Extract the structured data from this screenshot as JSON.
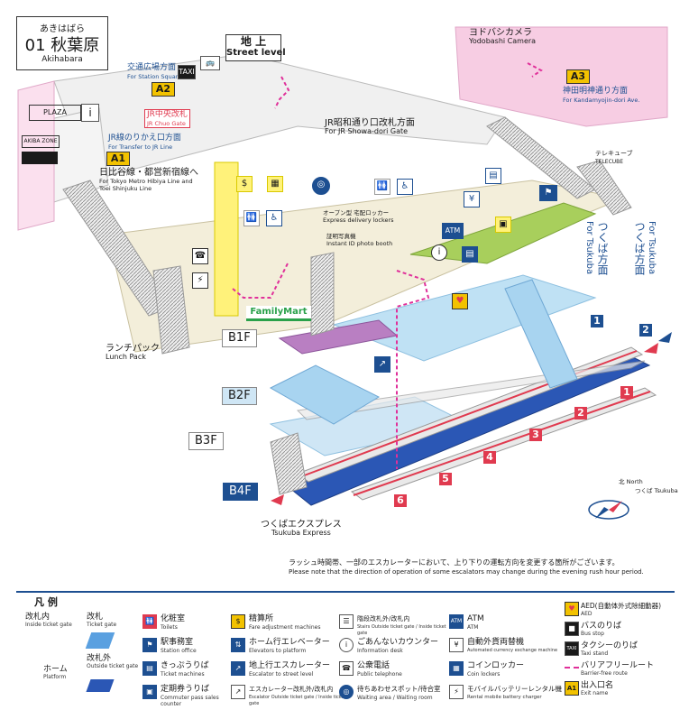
{
  "station": {
    "kana": "あきはばら",
    "name": "01 秋葉原",
    "romaji": "Akihabara"
  },
  "floors": {
    "ground_jp": "地 上",
    "ground_en": "Street level",
    "b1": "B1F",
    "b2": "B2F",
    "b3": "B3F",
    "b4": "B4F"
  },
  "exits": {
    "a1": "A1",
    "a2": "A2",
    "a3": "A3"
  },
  "labels": {
    "station_square_jp": "交通広場方面",
    "station_square_en": "For Station Square",
    "chuo_gate_jp": "JR中央改札",
    "chuo_gate_en": "JR Chuo Gate",
    "jr_transfer_jp": "JR線のりかえ口方面",
    "jr_transfer_en": "For Transfer to JR Line",
    "hibiya_jp": "日比谷線・都営新宿線へ",
    "hibiya_en_1": "For Tokyo Metro Hibiya Line and",
    "hibiya_en_2": "Toei Shinjuku Line",
    "yodobashi_jp": "ヨドバシカメラ",
    "yodobashi_en": "Yodobashi Camera",
    "kandamyojin_jp": "神田明神通り方面",
    "kandamyojin_en": "For Kandamyojin-dori Ave.",
    "showa_gate_jp": "JR昭和通り口改札方面",
    "showa_gate_en": "For JR Showa-dori Gate",
    "telecube_jp": "テレキューブ",
    "telecube_en": "TELECUBE",
    "lockers_jp": "オープン型 宅配ロッカー",
    "lockers_en": "Express delivery lockers",
    "photo_jp": "証明写真機",
    "photo_en": "Instant ID photo booth",
    "familymart": "FamilyMart",
    "lunchpack_jp": "ランチパック",
    "lunchpack_en": "Lunch Pack",
    "tsukuba_express_jp": "つくばエクスプレス",
    "tsukuba_express_en": "Tsukuba Express",
    "atm": "ATM",
    "north_jp": "北",
    "north_en": "North",
    "compass_tsukuba_jp": "つくば",
    "compass_tsukuba_en": "Tsukuba",
    "plaza": "PLAZA",
    "akiba_zone": "AKIBA ZONE"
  },
  "directions": [
    {
      "no": "1",
      "jp": "つくば方面",
      "en": "For Tsukuba"
    },
    {
      "no": "2",
      "jp": "つくば方面",
      "en": "For Tsukuba"
    }
  ],
  "platforms": [
    "1",
    "2",
    "3",
    "4",
    "5",
    "6"
  ],
  "notice": {
    "jp": "ラッシュ時間帯、一部のエスカレーターにおいて、上り下りの運転方向を変更する箇所がございます。",
    "en": "Please note that the direction of operation of some escalators may change during the evening rush hour period."
  },
  "legend": {
    "title": "凡 例",
    "ticket_gate_jp": "改札",
    "ticket_gate_en": "Ticket gate",
    "inside_gate_jp": "改札内",
    "inside_gate_en": "Inside ticket gate",
    "outside_gate_jp": "改札外",
    "outside_gate_en": "Outside ticket gate",
    "platform_jp": "ホーム",
    "platform_en": "Platform",
    "items": [
      {
        "jp": "化粧室",
        "en": "Toilets",
        "icon": "toilet-icon"
      },
      {
        "jp": "駅事務室",
        "en": "Station office",
        "icon": "station-office-icon"
      },
      {
        "jp": "きっぷうりば",
        "en": "Ticket machines",
        "icon": "ticket-machine-icon"
      },
      {
        "jp": "定期券うりば",
        "en": "Commuter pass sales counter",
        "icon": "commuter-pass-icon"
      },
      {
        "jp": "精算所",
        "en": "Fare adjustment machines",
        "icon": "fare-adjust-icon"
      },
      {
        "jp": "ホーム行エレベーター",
        "en": "Elevators to platform",
        "icon": "elevator-platform-icon"
      },
      {
        "jp": "地上行エスカレーター",
        "en": "Escalator to street level",
        "icon": "escalator-street-icon"
      },
      {
        "jp": "エスカレーター改札外/改札内",
        "en": "Escalator Outside ticket gate / Inside ticket gate",
        "icon": "escalator-icon"
      },
      {
        "jp": "階段改札外/改札内",
        "en": "Stairs Outside ticket gate / Inside ticket gate",
        "icon": "stairs-icon"
      },
      {
        "jp": "ごあんないカウンター",
        "en": "Information desk",
        "icon": "information-icon"
      },
      {
        "jp": "公衆電話",
        "en": "Public telephone",
        "icon": "telephone-icon"
      },
      {
        "jp": "待ちあわせスポット/待合室",
        "en": "Waiting area / Waiting room",
        "icon": "waiting-area-icon"
      },
      {
        "jp": "ATM",
        "en": "ATM",
        "icon": "atm-icon"
      },
      {
        "jp": "自動外貨両替機",
        "en": "Automated currency exchange machine",
        "icon": "currency-exchange-icon"
      },
      {
        "jp": "コインロッカー",
        "en": "Coin lockers",
        "icon": "coin-locker-icon"
      },
      {
        "jp": "モバイルバッテリーレンタル機",
        "en": "Rental mobile battery charger",
        "icon": "battery-icon"
      },
      {
        "jp": "AED(自動体外式除細動器)",
        "en": "AED",
        "icon": "aed-icon"
      },
      {
        "jp": "バスのりば",
        "en": "Bus stop",
        "icon": "bus-icon"
      },
      {
        "jp": "タクシーのりば",
        "en": "Taxi stand",
        "icon": "taxi-icon"
      },
      {
        "jp": "バリアフリールート",
        "en": "Barrier-free route",
        "icon": "barrier-free-route-icon"
      },
      {
        "jp": "出入口名",
        "en": "Exit name",
        "icon": "exit-name-icon"
      }
    ]
  },
  "colors": {
    "b1_floor": "#f3eeda",
    "b2_floor": "#bfe1f4",
    "b4_floor": "#2b57b5",
    "pink_building": "#f7cde3",
    "jr_blue": "#1d4f91",
    "platform_red": "#e03a4f",
    "yellow_shaft": "#fff27a",
    "purple_shop": "#b97fc2",
    "green_area": "#a8cf5c"
  }
}
